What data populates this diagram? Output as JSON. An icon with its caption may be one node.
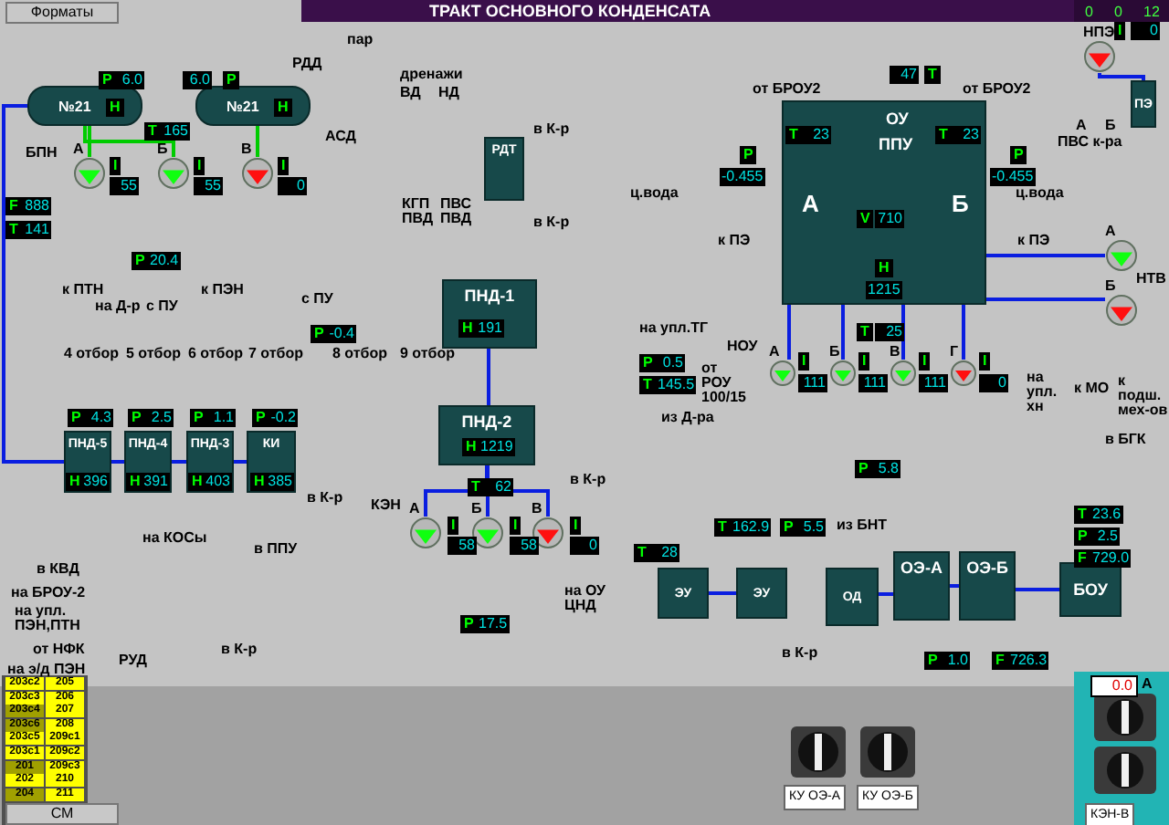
{
  "diagram": {
    "title": "ТРАКТ ОСНОВНОГО КОНДЕНСАТА",
    "nodes": [
      {
        "text": [
          "№21"
        ]
      },
      {
        "text": [
          "№21"
        ]
      },
      {
        "text": [
          "А"
        ]
      },
      {
        "text": [
          "Б"
        ]
      },
      {
        "text": [
          "В"
        ]
      },
      {
        "text": [
          "РДТ"
        ]
      },
      {
        "text": [
          "ПНД-1"
        ]
      },
      {
        "text": [
          "ПНД-2"
        ]
      },
      {
        "text": [
          "ПНД-5"
        ]
      },
      {
        "text": [
          "ПНД-4"
        ]
      },
      {
        "text": [
          "ПНД-3"
        ]
      },
      {
        "text": [
          "КИ"
        ]
      },
      {
        "text": [
          "А"
        ]
      },
      {
        "text": [
          "Б"
        ]
      },
      {
        "text": [
          "В"
        ]
      },
      {
        "text": [
          "ОУ",
          "ППУ",
          "А",
          "Б"
        ]
      },
      {
        "text": [
          "А"
        ]
      },
      {
        "text": [
          "Б"
        ]
      },
      {
        "text": [
          "В"
        ]
      },
      {
        "text": [
          "Г"
        ]
      },
      {
        "text": [],
        "shape": "circle",
        "beside": [
          "НПЭ"
        ]
      },
      {
        "text": [
          "ПЭ"
        ]
      },
      {
        "text": [
          "А"
        ]
      },
      {
        "text": [
          "Б"
        ]
      },
      {
        "text": [
          "ЭУ"
        ]
      },
      {
        "text": [
          "ЭУ"
        ]
      },
      {
        "text": [
          "ОД"
        ]
      },
      {
        "text": [
          "ОЭ-А"
        ]
      },
      {
        "text": [
          "ОЭ-Б"
        ]
      },
      {
        "text": [
          "БОУ"
        ]
      }
    ],
    "edges": [
      {
        "from": 0,
        "to": 2,
        "arrow": "none",
        "color": "#00cc00"
      },
      {
        "from": 0,
        "to": 3,
        "arrow": "none",
        "color": "#00cc00"
      },
      {
        "from": 1,
        "to": 4,
        "arrow": "none",
        "color": "#00cc00"
      },
      {
        "from": 6,
        "to": 7,
        "arrow": "none"
      },
      {
        "from": 7,
        "to": 12,
        "arrow": "none"
      },
      {
        "from": 7,
        "to": 13,
        "arrow": "none"
      },
      {
        "from": 7,
        "to": 14,
        "arrow": "none"
      },
      {
        "from": 15,
        "to": 16,
        "arrow": "none"
      },
      {
        "from": 15,
        "to": 17,
        "arrow": "none"
      },
      {
        "from": 15,
        "to": 18,
        "arrow": "none"
      },
      {
        "from": 15,
        "to": 19,
        "arrow": "none"
      },
      {
        "from": 24,
        "to": 25,
        "arrow": "none"
      },
      {
        "from": 26,
        "to": 27,
        "arrow": "none"
      },
      {
        "from": 27,
        "to": 28,
        "arrow": "none"
      },
      {
        "from": 28,
        "to": 29,
        "arrow": "none"
      },
      {
        "from": 11,
        "to": 10,
        "arrow": "none"
      },
      {
        "from": 10,
        "to": 9,
        "arrow": "none"
      },
      {
        "from": 9,
        "to": 8,
        "arrow": "none"
      },
      {
        "from": 8,
        "to": 0,
        "arrow": "none"
      },
      {
        "from": 20,
        "to": 21,
        "arrow": "none"
      },
      {
        "from": 15,
        "to": 22,
        "arrow": "none"
      },
      {
        "from": 15,
        "to": 23,
        "arrow": "none"
      }
    ],
    "labels": [
      "Форматы",
      "0",
      "0",
      "12",
      "пар",
      "РДД",
      "P",
      "6.0",
      "6.0",
      "P",
      "H",
      "H",
      "АСД",
      "T",
      "165",
      "БПН",
      "I",
      "55",
      "I",
      "55",
      "I",
      "0",
      "F",
      "888",
      "T",
      "141",
      "P",
      "20.4",
      "к ПТН",
      "к ПЭН",
      "на Д-р",
      "с ПУ",
      "с ПУ",
      "P",
      "-0.4",
      "4 отбор",
      "5 отбор",
      "6 отбор",
      "7 отбор",
      "8 отбор",
      "9 отбор",
      "дренажи",
      "ВД",
      "НД",
      "в К-р",
      "КГП ПВД",
      "ПВС ПВД",
      "в К-р",
      "ц.вода",
      "на упл.ТГ",
      "P",
      "0.5",
      "T",
      "145.5",
      "от РОУ 100/15",
      "из Д-ра",
      "НОУ",
      "47",
      "T",
      "от БРОУ2",
      "от БРОУ2",
      "T",
      "23",
      "T",
      "23",
      "P",
      "-0.455",
      "P",
      "-0.455",
      "V",
      "710",
      "H",
      "1215",
      "T",
      "25",
      "к ПЭ",
      "к ПЭ",
      "ц.вода",
      "I",
      "111",
      "I",
      "111",
      "I",
      "111",
      "I",
      "0",
      "на упл. хн",
      "P",
      "5.8",
      "T",
      "162.9",
      "P",
      "5.5",
      "из БНТ",
      "T",
      "28",
      "в БГК",
      "T",
      "23.6",
      "P",
      "2.5",
      "F",
      "729.0",
      "в К-р",
      "P",
      "1.0",
      "F",
      "726.3",
      "КЭН",
      "I",
      "58",
      "I",
      "58",
      "I",
      "0",
      "T",
      "62",
      "P",
      "17.5",
      "на ОУ ЦНД",
      "в К-р",
      "H",
      "191",
      "H",
      "1219",
      "P",
      "4.3",
      "H",
      "396",
      "P",
      "2.5",
      "H",
      "391",
      "P",
      "1.1",
      "H",
      "403",
      "P",
      "-0.2",
      "H",
      "385",
      "в К-р",
      "на КОСы",
      "в ППУ",
      "в КВД",
      "на БРОУ-2",
      "на упл. ПЭН,ПТН",
      "от НФК",
      "РУД",
      "в К-р",
      "на э/д ПЭН",
      "203с2",
      "205",
      "203с3",
      "206",
      "203с4",
      "207",
      "203с6",
      "208",
      "203с5",
      "209с1",
      "203с1",
      "209с2",
      "201",
      "209с3",
      "202",
      "210",
      "204",
      "211",
      "СМ",
      "КУ ОЭ-А",
      "КУ ОЭ-Б",
      "0.0",
      "А",
      "КЭН-В",
      "НТВ",
      "к МО",
      "к подш. мех-ов",
      "I",
      "0",
      "А",
      "Б",
      "ПВС к-ра"
    ]
  }
}
